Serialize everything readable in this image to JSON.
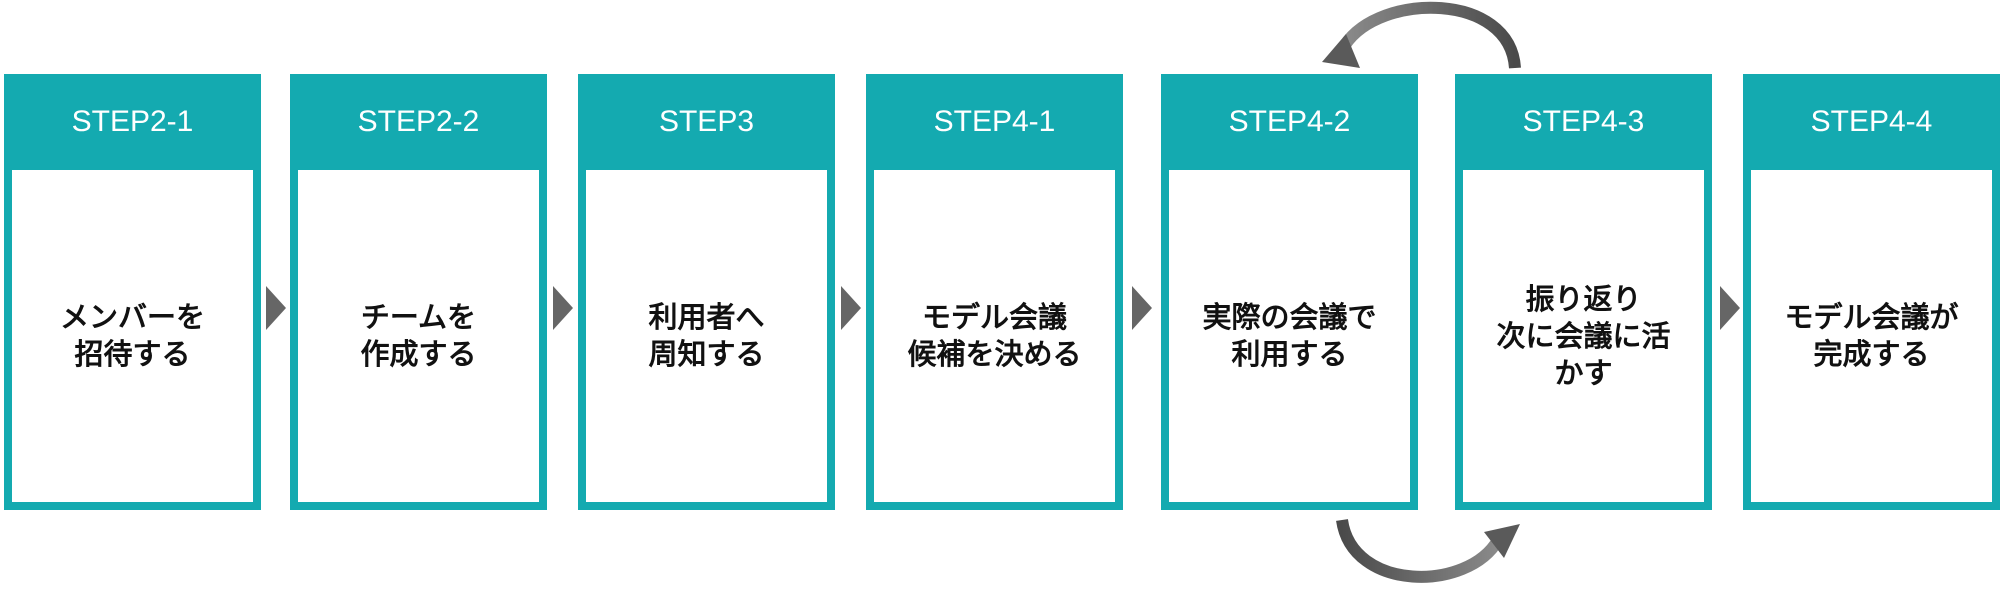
{
  "steps": [
    {
      "label": "STEP2-1",
      "lines": [
        "メンバーを",
        "招待する"
      ]
    },
    {
      "label": "STEP2-2",
      "lines": [
        "チームを",
        "作成する"
      ]
    },
    {
      "label": "STEP3",
      "lines": [
        "利用者へ",
        "周知する"
      ]
    },
    {
      "label": "STEP4-1",
      "lines": [
        "モデル会議",
        "候補を決める"
      ]
    },
    {
      "label": "STEP4-2",
      "lines": [
        "実際の会議で",
        "利用する"
      ]
    },
    {
      "label": "STEP4-3",
      "lines": [
        "振り返り",
        "次に会議に活",
        "かす"
      ]
    },
    {
      "label": "STEP4-4",
      "lines": [
        "モデル会議が",
        "完成する"
      ]
    }
  ],
  "colors": {
    "accent": "#14aab0",
    "chevron": "#666666",
    "loop_arrow": "#5a5a5a"
  }
}
